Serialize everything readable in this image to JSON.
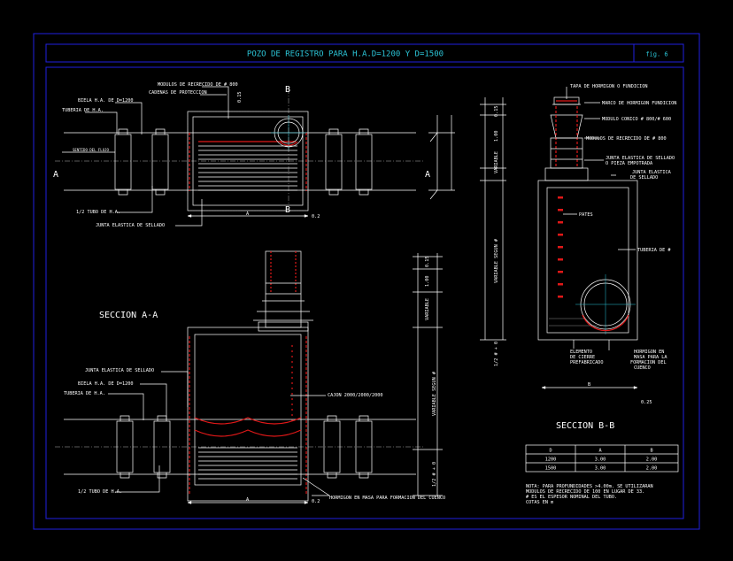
{
  "drawing": {
    "title": "POZO DE REGISTRO PARA H.A.D=1200 Y D=1500",
    "sheet_ref": "fig. 6"
  },
  "plan_view": {
    "labels": {
      "modules": "MODULOS DE RECRECIDO DE # 800",
      "chains": "CADENAS DE PROTECCION",
      "bielaHA": "BIELA H.A. DE D=1200",
      "pipeHA": "TUBERIA DE H.A.",
      "flow": "SENTIDO DEL FLUJO",
      "halfPipe": "1/2 TUBO DE H.A.",
      "joint": "JUNTA ELASTICA DE SELLADO",
      "dim02": "0.2",
      "dim015": "0.15",
      "A": "A",
      "B": "B",
      "dimA": "A"
    }
  },
  "section_aa": {
    "title": "SECCION A-A",
    "labels": {
      "joint": "JUNTA ELASTICA DE SELLADO",
      "biela": "BIELA H.A. DE D=1200",
      "pipe": "TUBERIA DE H.A.",
      "cajon": "CAJON 2000/2000/2000",
      "halfPipe": "1/2 TUBO DE H.A.",
      "concrete": "HORMIGON EN MASA PARA FORMACION DEL CUENCO",
      "dim02": "0.2",
      "variable": "VARIABLE",
      "variableSegun": "VARIABLE SEGUN #",
      "half": "1/2 # + 0",
      "dim015": "0.15",
      "dim100": "1.00",
      "dimA": "A"
    }
  },
  "section_bb": {
    "title": "SECCION B-B",
    "labels": {
      "tapa": "TAPA DE HORMIGON O FUNDICION",
      "marco": "MARCO DE HORMIGON FUNDICION",
      "cono": "MODULO CONICO # 800/# 600",
      "modulos": "MODULOS DE RECRECIDO DE # 800",
      "junta1a": "JUNTA ELASTICA DE SELLADO",
      "junta1b": "O PIEZA EMPOTRADA",
      "junta2a": "JUNTA ELASTICA",
      "junta2b": "DE SELLADO",
      "pates": "PATES",
      "tuberia": "TUBERIA DE #",
      "elem1": "ELEMENTO",
      "elem2": "DE CIERRE",
      "elem3": "PREFABRICADO",
      "horm1": "HORMIGON EN",
      "horm2": "MASA PARA LA",
      "horm3": "FORMACION DEL",
      "horm4": "CUENCO",
      "dim025": "0.25",
      "dim015": "0.15",
      "dim100": "1.00",
      "variable": "VARIABLE",
      "variableSegun": "VARIABLE SEGUN #",
      "half": "1/2 # + 0",
      "dimB": "B"
    }
  },
  "dimension_table": {
    "headers": [
      "D",
      "A",
      "B"
    ],
    "rows": [
      [
        "1200",
        "3.00",
        "2.00"
      ],
      [
        "1500",
        "3.00",
        "2.00"
      ]
    ]
  },
  "notes": [
    "NOTA: PARA PROFUNDIDADES >4.00m. SE UTILIZARAN",
    "MODULOS DE RECRECIDO DE 100 EN LUGAR DE 33.",
    "# ES EL ESPESOR NOMINAL DEL TUBO.",
    "COTAS EN m"
  ],
  "colors": {
    "background": "#000000",
    "frame": "#2020e0",
    "linework": "#ffffff",
    "highlight": "#e01818",
    "centerline": "#2bc4d6"
  }
}
